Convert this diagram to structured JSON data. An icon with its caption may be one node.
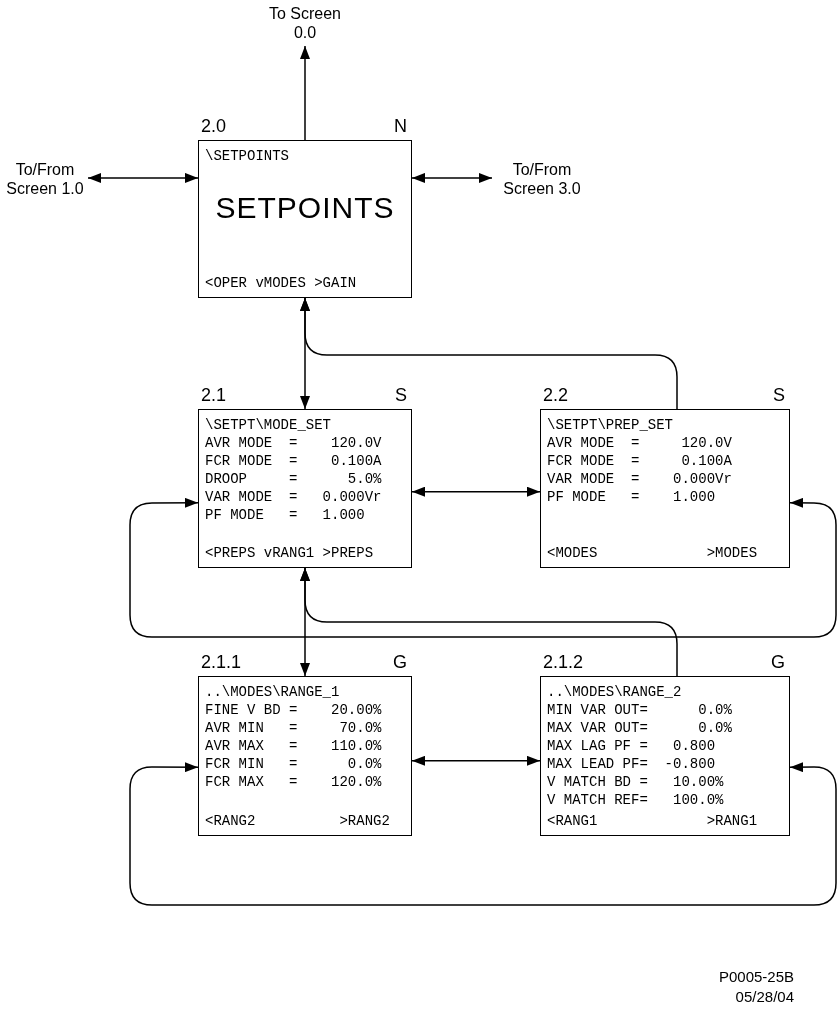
{
  "diagram": {
    "nodes": [
      {
        "text": [
          "To Screen 0.0"
        ]
      },
      {
        "text": [
          "To/From Screen 1.0"
        ]
      },
      {
        "text": [
          "To/From Screen 3.0"
        ]
      },
      {
        "text": [
          "2.0",
          "N",
          "\\SETPOINTS",
          "SETPOINTS",
          "<OPER vMODES >GAIN"
        ]
      },
      {
        "text": [
          "2.1",
          "S",
          "\\SETPT\\MODE_SET",
          "AVR MODE  =    120.0V",
          "FCR MODE  =    0.100A",
          "DROOP     =      5.0%",
          "VAR MODE  =   0.000Vr",
          "PF MODE   =   1.000",
          "<PREPS vRANG1 >PREPS"
        ]
      },
      {
        "text": [
          "2.2",
          "S",
          "\\SETPT\\PREP_SET",
          "AVR MODE  =     120.0V",
          "FCR MODE  =     0.100A",
          "VAR MODE  =    0.000Vr",
          "PF MODE   =    1.000",
          "<MODES             >MODES"
        ]
      },
      {
        "text": [
          "2.1.1",
          "G",
          "..\\MODES\\RANGE_1",
          "FINE V BD =    20.00%",
          "AVR MIN   =     70.0%",
          "AVR MAX   =    110.0%",
          "FCR MIN   =      0.0%",
          "FCR MAX   =    120.0%",
          "<RANG2          >RANG2"
        ]
      },
      {
        "text": [
          "2.1.2",
          "G",
          "..\\MODES\\RANGE_2",
          "MIN VAR OUT=      0.0%",
          "MAX VAR OUT=      0.0%",
          "MAX LAG PF =   0.800",
          "MAX LEAD PF=  -0.800",
          "V MATCH BD =   10.00%",
          "V MATCH REF=   100.0%",
          "<RANG1             >RANG1"
        ]
      }
    ],
    "edges": [
      {
        "from": 3,
        "to": 0,
        "arrow": "to"
      },
      {
        "from": 3,
        "to": 1,
        "arrow": "both"
      },
      {
        "from": 3,
        "to": 2,
        "arrow": "both"
      },
      {
        "from": 3,
        "to": 4,
        "arrow": "both"
      },
      {
        "from": 5,
        "to": 3,
        "arrow": "to"
      },
      {
        "from": 4,
        "to": 5,
        "arrow": "both"
      },
      {
        "from": 4,
        "to": 5,
        "arrow": "both"
      },
      {
        "from": 4,
        "to": 6,
        "arrow": "both"
      },
      {
        "from": 7,
        "to": 4,
        "arrow": "to"
      },
      {
        "from": 6,
        "to": 7,
        "arrow": "both"
      },
      {
        "from": 6,
        "to": 7,
        "arrow": "both"
      }
    ],
    "labels": [
      "P0005-25B",
      "05/28/04"
    ]
  }
}
